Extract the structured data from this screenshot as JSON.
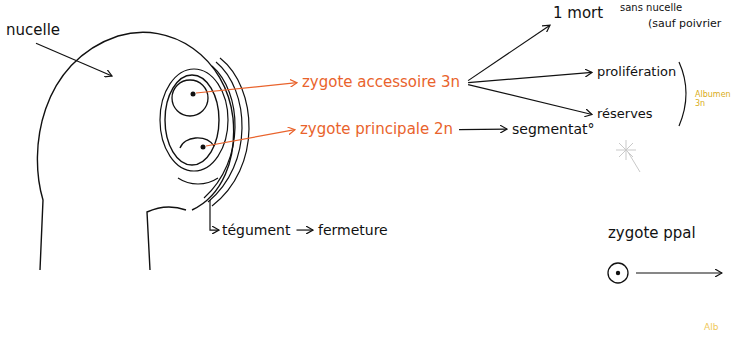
{
  "diagram": {
    "labels": [
      "nucelle",
      "zygote accessoire 3n",
      "1 mort",
      "sans nucelle",
      "(sauf poivrier",
      "prolifération",
      "réserves",
      "Albumen 3n",
      "zygote principale 2n",
      "segmentat°",
      "tégument",
      "fermeture",
      "zygote ppal",
      "Alb"
    ]
  }
}
